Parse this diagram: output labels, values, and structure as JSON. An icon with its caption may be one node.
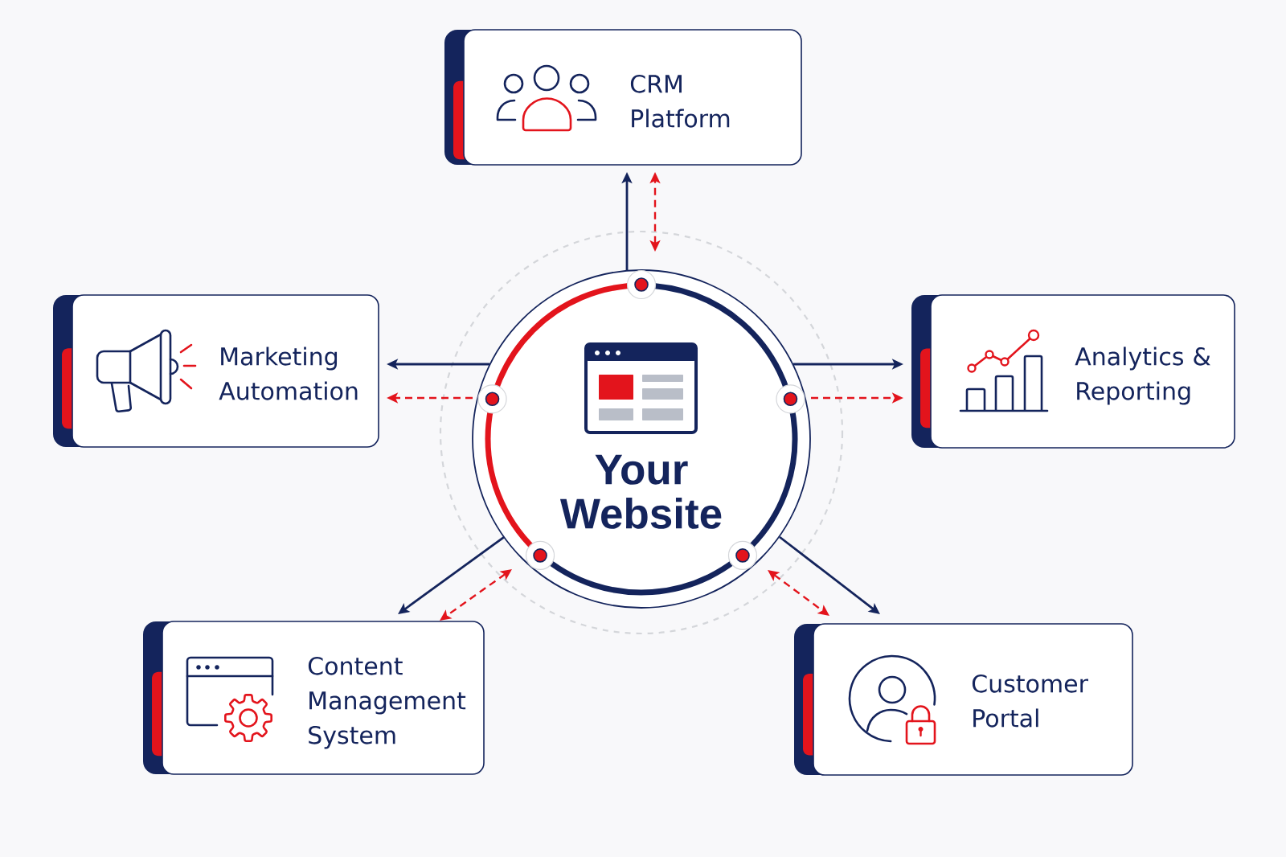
{
  "diagram": {
    "nodes": [
      {
        "text": [
          "CRM Platform"
        ]
      },
      {
        "text": [
          "Marketing Automation"
        ]
      },
      {
        "text": [
          "Your Website"
        ]
      },
      {
        "text": [
          "Analytics & Reporting"
        ]
      },
      {
        "text": [
          "Content Management System"
        ]
      },
      {
        "text": [
          "Customer Portal"
        ]
      }
    ],
    "edges": [
      {
        "from": 2,
        "to": 0,
        "arrow": "to"
      },
      {
        "from": 2,
        "to": 0,
        "arrow": "both",
        "style": "dashed",
        "color": "#e3141c"
      },
      {
        "from": 2,
        "to": 1,
        "arrow": "to"
      },
      {
        "from": 2,
        "to": 1,
        "arrow": "to",
        "style": "dashed",
        "color": "#e3141c"
      },
      {
        "from": 2,
        "to": 3,
        "arrow": "to"
      },
      {
        "from": 2,
        "to": 3,
        "arrow": "to",
        "style": "dashed",
        "color": "#e3141c"
      },
      {
        "from": 2,
        "to": 4,
        "arrow": "to"
      },
      {
        "from": 2,
        "to": 4,
        "arrow": "both",
        "style": "dashed",
        "color": "#e3141c"
      },
      {
        "from": 2,
        "to": 5,
        "arrow": "to"
      },
      {
        "from": 2,
        "to": 5,
        "arrow": "both",
        "style": "dashed",
        "color": "#e3141c"
      }
    ]
  }
}
